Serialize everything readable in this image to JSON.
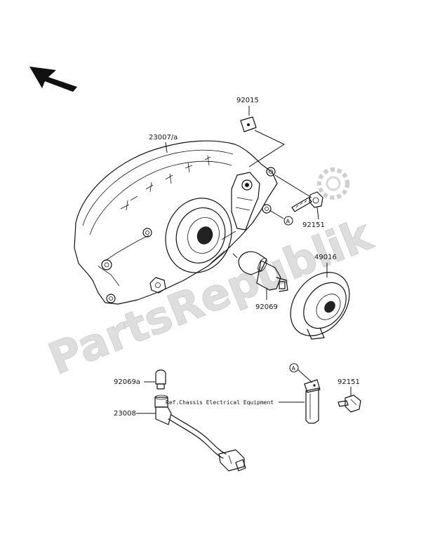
{
  "watermark": "PartsRepublik",
  "parts": {
    "p92015": "92015",
    "p23007a": "23007/a",
    "p92151_top": "92151",
    "p49016": "49016",
    "p92069": "92069",
    "p92069a": "92069a",
    "p23008": "23008",
    "p92151_bottom": "92151"
  },
  "ref_note": "Ref.Chassis Electrical Equipment",
  "marker_a": "A",
  "icons": {
    "direction": "arrow-up-left-icon",
    "logo": "gear-logo-icon"
  }
}
